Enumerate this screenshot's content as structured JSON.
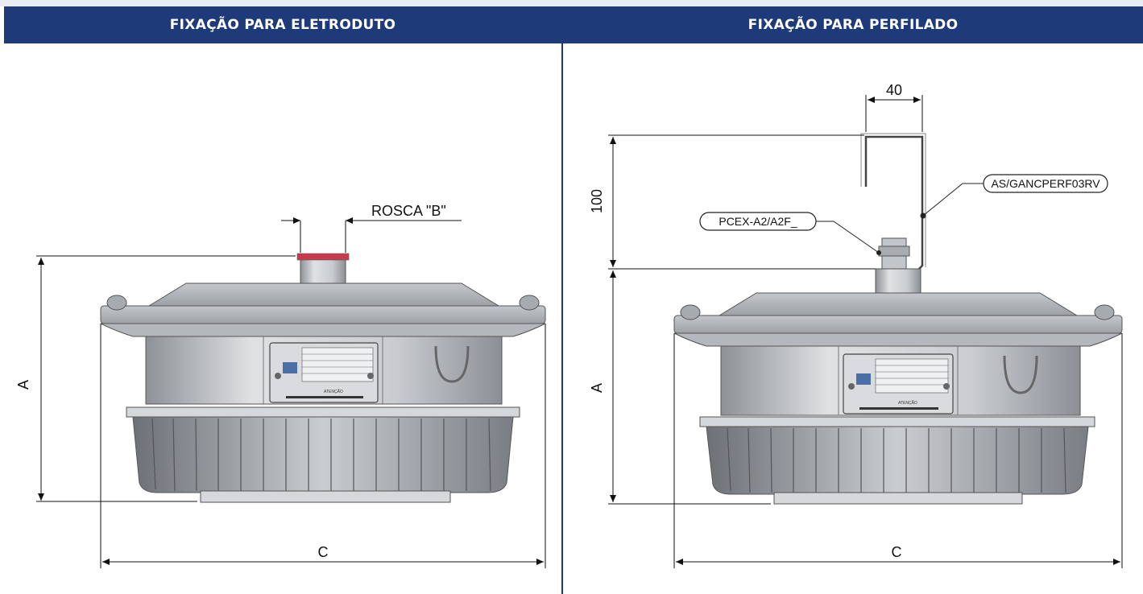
{
  "panels": [
    {
      "header": "FIXAÇÃO PARA ELETRODUTO",
      "dims": {
        "height": "A",
        "width": "C",
        "thread": "ROSCA \"B\""
      }
    },
    {
      "header": "FIXAÇÃO PARA PERFILADO",
      "dims": {
        "height": "A",
        "width": "C",
        "bracket_width": "40",
        "bracket_height": "100"
      },
      "callouts": [
        "PCEX-A2/A2F_",
        "AS/GANCPERF03RV"
      ]
    }
  ],
  "colors": {
    "header": "#1e3a78",
    "metal": "#b9bcc0",
    "metal_dark": "#8c9096"
  },
  "nameplate": {
    "caption": "ATENÇÃO"
  }
}
